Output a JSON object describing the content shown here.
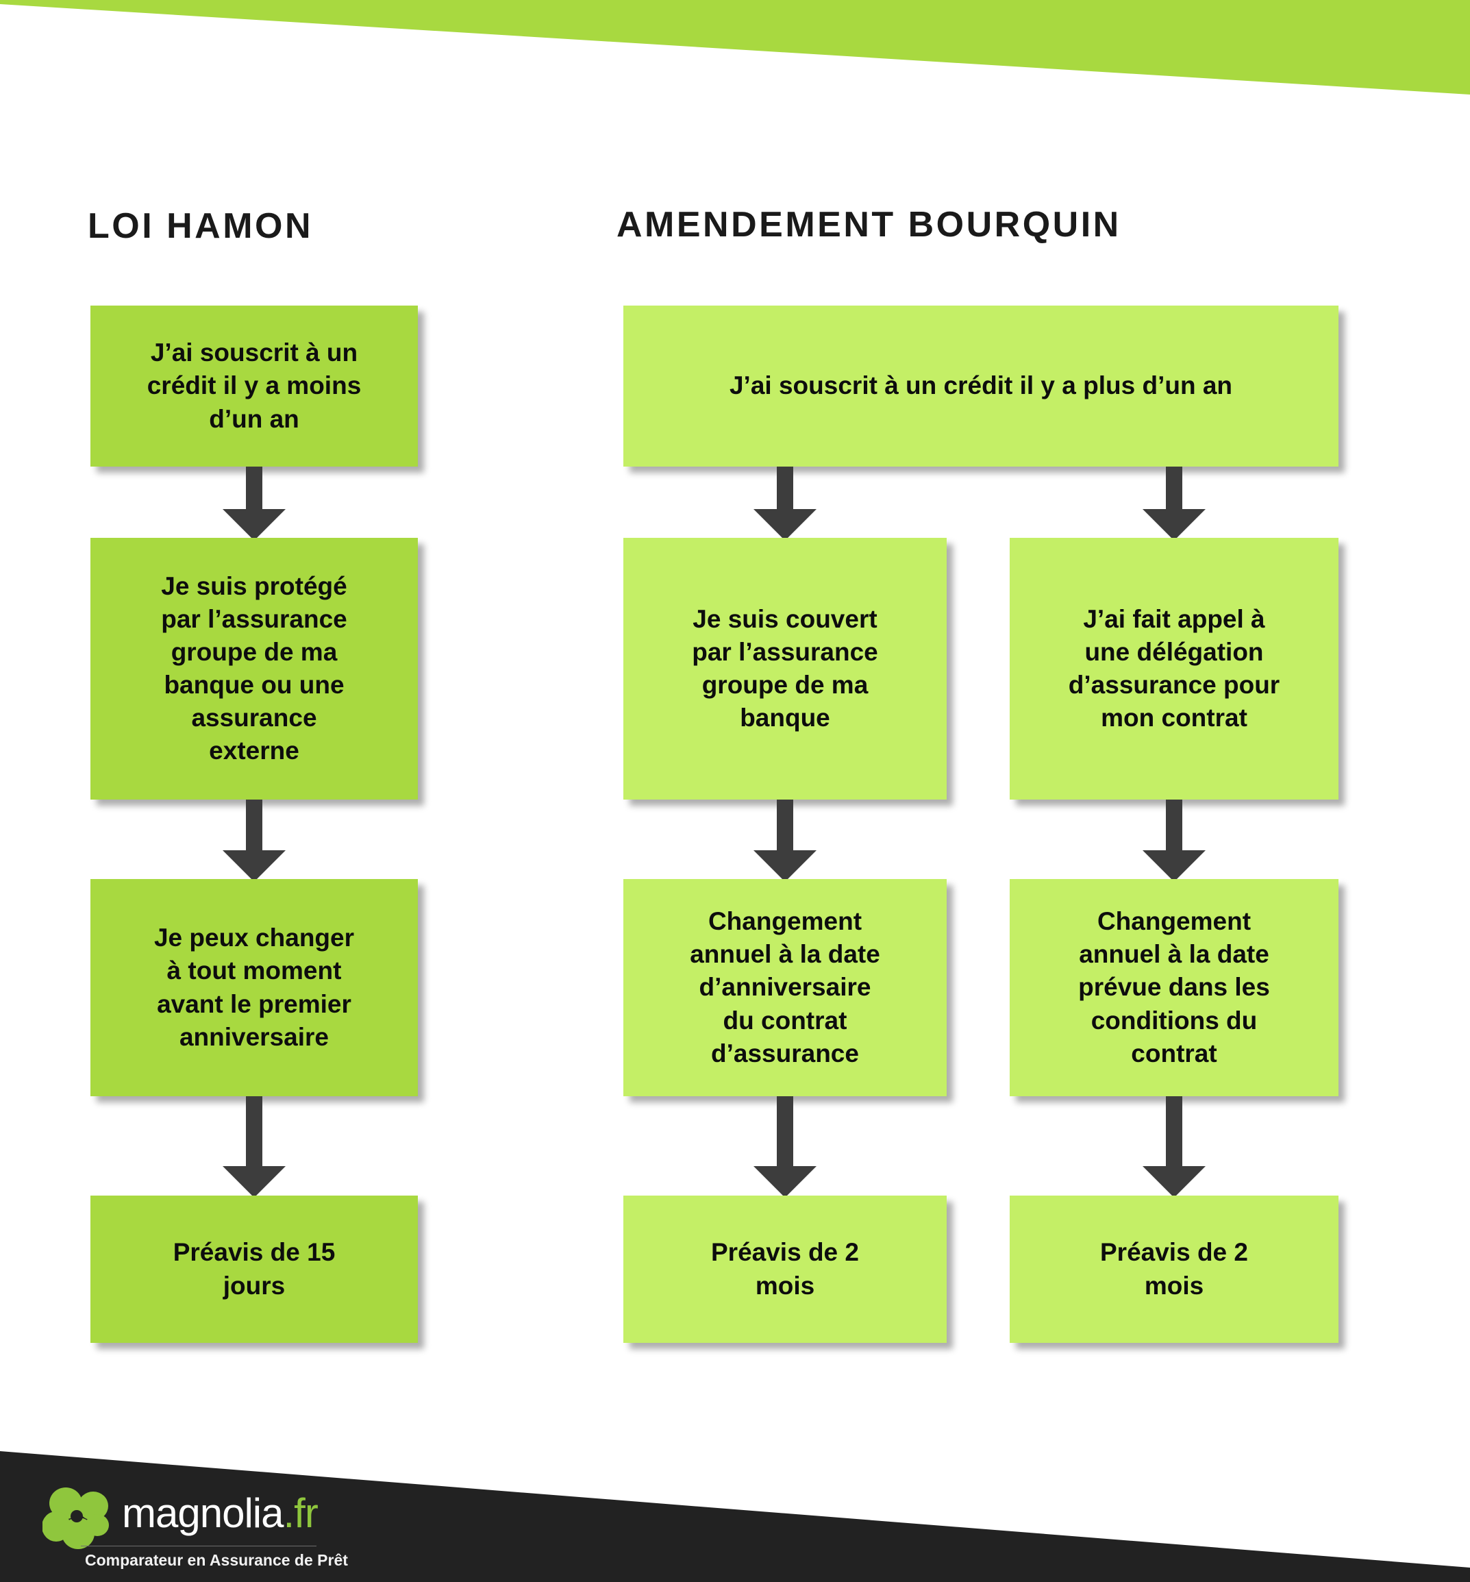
{
  "colors": {
    "banner_green": "#a8d940",
    "box_green_dark": "#a8d940",
    "box_green_light": "#c4ef66",
    "arrow_gray": "#3d3d3d",
    "footer_dark": "#222222",
    "logo_green": "#8fc63d",
    "text_black": "#0d0d0d"
  },
  "columns": {
    "left": {
      "title": "LOI HAMON",
      "boxes": [
        {
          "text": "J’ai souscrit à un\ncrédit il y a moins\nd’un an"
        },
        {
          "text": "Je suis protégé\npar l’assurance\ngroupe de ma\nbanque ou une\nassurance\nexterne"
        },
        {
          "text": "Je peux changer\nà tout moment\navant le premier\nanniversaire"
        },
        {
          "text": "Préavis de 15\njours"
        }
      ]
    },
    "right": {
      "title": "AMENDEMENT BOURQUIN",
      "root": {
        "text": "J’ai souscrit à un crédit il y a plus d’un an"
      },
      "branch_a": [
        {
          "text": "Je suis couvert\npar l’assurance\ngroupe de ma\nbanque"
        },
        {
          "text": "Changement\nannuel à la date\nd’anniversaire\ndu contrat\nd’assurance"
        },
        {
          "text": "Préavis de 2\nmois"
        }
      ],
      "branch_b": [
        {
          "text": "J’ai fait appel à\nune délégation\nd’assurance pour\nmon contrat"
        },
        {
          "text": "Changement\nannuel à la date\nprévue dans les\nconditions du\ncontrat"
        },
        {
          "text": "Préavis de 2\nmois"
        }
      ]
    }
  },
  "footer": {
    "brand_name": "magnolia",
    "brand_tld": ".fr",
    "tagline": "Comparateur en Assurance de Prêt"
  }
}
